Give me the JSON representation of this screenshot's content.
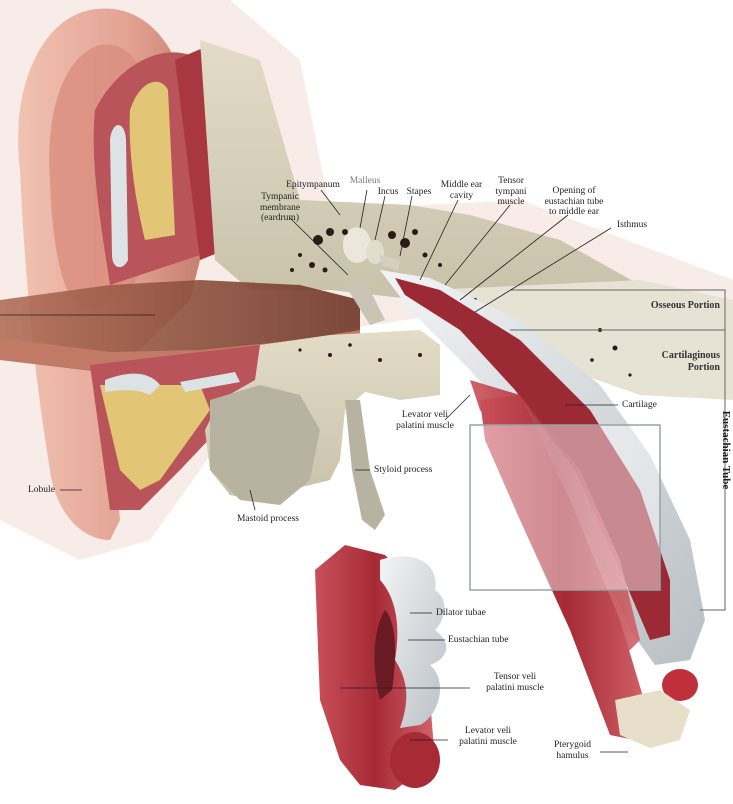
{
  "labels": {
    "epitympanum": "Epitympanum",
    "malleus": "Malleus",
    "incus": "Incus",
    "stapes": "Stapes",
    "middle_ear_cavity": "Middle ear\ncavity",
    "tensor_tympani": "Tensor\ntympani\nmuscle",
    "opening_eustachian": "Opening of\neustachian tube\nto middle ear",
    "tympanic_membrane": "Tympanic\nmembrane\n(eardrum)",
    "isthmus": "Isthmus",
    "osseous_portion": "Osseous Portion",
    "cartilaginous_portion": "Cartilaginous\nPortion",
    "eustachian_tube_title": "Eustachian Tube",
    "cartilage": "Cartilage",
    "levator_veli_palatini": "Levator veli\npalatini muscle",
    "styloid_process": "Styloid process",
    "lobule": "Lobule",
    "mastoid_process": "Mastoid process",
    "dilator_tubae": "Dilator tubae",
    "eustachian_tube": "Eustachian tube",
    "tensor_veli_palatini": "Tensor veli\npalatini muscle",
    "levator_veli_palatini_2": "Levator veli\npalatini muscle",
    "pterygoid_hamulus": "Pterygoid\nhamulus"
  },
  "colors": {
    "skin": "#e8a99a",
    "skin_dark": "#c98274",
    "bone": "#d8d2bc",
    "muscle": "#b8373f",
    "fat": "#e2c676",
    "cartilage": "#dfe3e6",
    "canal": "#8a4a36"
  }
}
